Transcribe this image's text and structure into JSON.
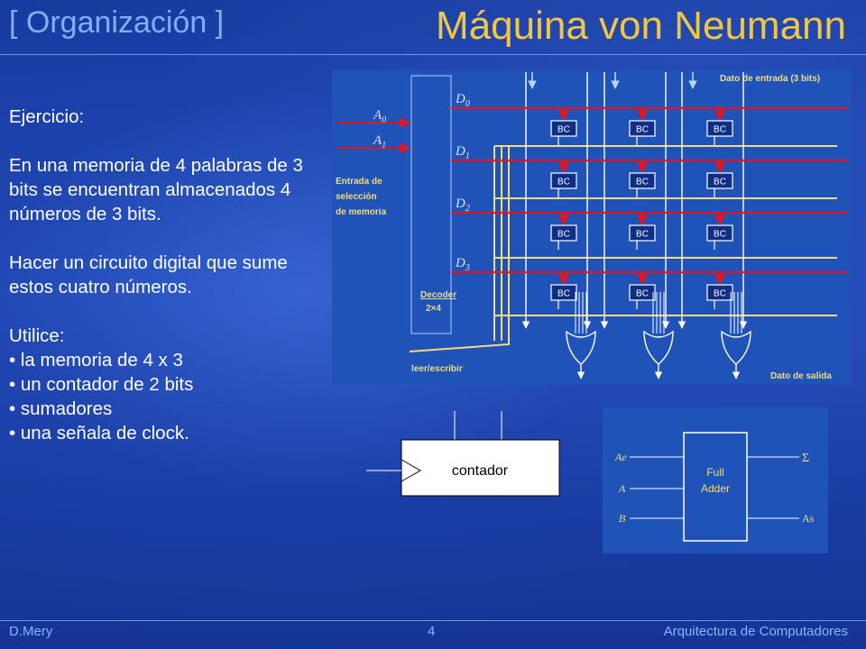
{
  "header": {
    "section": "[ Organización ]",
    "title": "Máquina von Neumann"
  },
  "body": {
    "heading": "Ejercicio:",
    "paragraph1": "En una memoria de 4 palabras de 3 bits se encuentran almacenados 4 números de 3 bits.",
    "paragraph2": "Hacer un circuito digital que sume estos cuatro números.",
    "use_heading": "Utilice:",
    "items": [
      "la memoria de 4 x 3",
      "un contador de 2 bits",
      "sumadores",
      "una señala de clock."
    ]
  },
  "memory_diagram": {
    "input_data_label": "Dato de entrada (3 bits)",
    "output_data_label": "Dato de salida",
    "select_label_line1": "Entrada de",
    "select_label_line2": "selección",
    "select_label_line3": "de memoria",
    "decoder_label": "Decoder",
    "decoder_size": "2×4",
    "rw_label": "leer/escribir",
    "address_inputs": [
      {
        "letter": "A",
        "sub": "0"
      },
      {
        "letter": "A",
        "sub": "1"
      }
    ],
    "decoder_outputs": [
      {
        "letter": "D",
        "sub": "0"
      },
      {
        "letter": "D",
        "sub": "1"
      },
      {
        "letter": "D",
        "sub": "2"
      },
      {
        "letter": "D",
        "sub": "3"
      }
    ],
    "cell_label": "BC"
  },
  "counter": {
    "label": "contador"
  },
  "full_adder": {
    "label_line1": "Full",
    "label_line2": "Adder",
    "in_carry": "Ae",
    "in_a": "A",
    "in_b": "B",
    "out_sum": "Σ",
    "out_carry": "As"
  },
  "footer": {
    "author": "D.Mery",
    "page": "4",
    "course": "Arquitectura de Computadores"
  },
  "colors": {
    "title": "#f2c640",
    "section": "#7fb0ff",
    "diagram_bg": "#1f53b8",
    "select_line": "#e8141e",
    "data_line": "#f3dc7e",
    "cell_box": "#0f2f86"
  }
}
